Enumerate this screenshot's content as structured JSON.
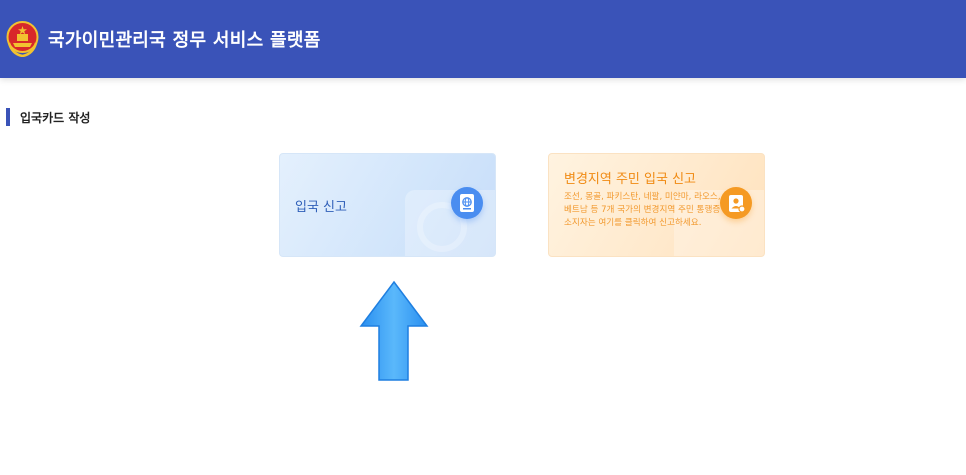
{
  "header": {
    "title": "국가이민관리국 정무 서비스 플랫폼",
    "emblem_icon": "national-emblem-icon"
  },
  "section": {
    "title": "입국카드 작성"
  },
  "cards": {
    "entry": {
      "label": "입국 신고",
      "icon": "passport-globe-icon"
    },
    "border": {
      "title": "변경지역 주민 입국 신고",
      "description": "조선, 몽골, 파키스탄, 네팔, 미얀마, 라오스, 베트남 등 7개 국가의 변경지역 주민 통행증 소지자는 여기를 클릭하여 신고하세요.",
      "icon": "resident-id-card-icon"
    }
  },
  "annotation": {
    "icon": "up-arrow-icon"
  },
  "colors": {
    "header_bg": "#3a53b8",
    "entry_accent": "#4a8df0",
    "border_accent": "#f59a23"
  }
}
